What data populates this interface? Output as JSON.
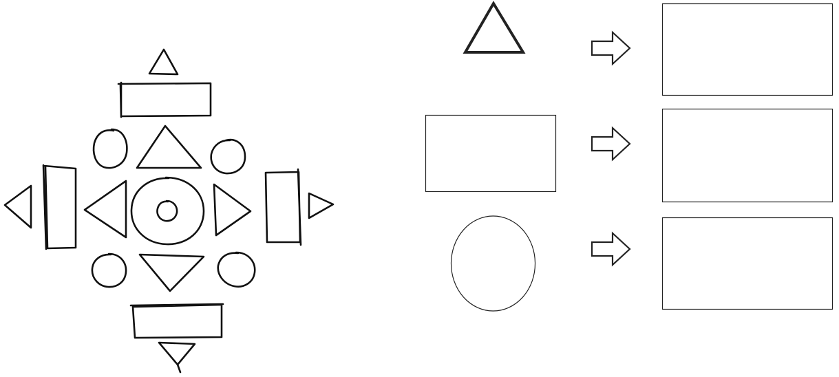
{
  "colors": {
    "stroke": "#111111",
    "background": "#ffffff"
  },
  "sketch": {
    "description_icons": [
      "triangle-icon",
      "rectangle-icon",
      "circle-icon",
      "arrow-right-icon"
    ]
  },
  "exercise": {
    "rows": [
      {
        "shape": "triangle",
        "answer_text": ""
      },
      {
        "shape": "rectangle",
        "answer_text": ""
      },
      {
        "shape": "circle",
        "answer_text": ""
      }
    ]
  }
}
